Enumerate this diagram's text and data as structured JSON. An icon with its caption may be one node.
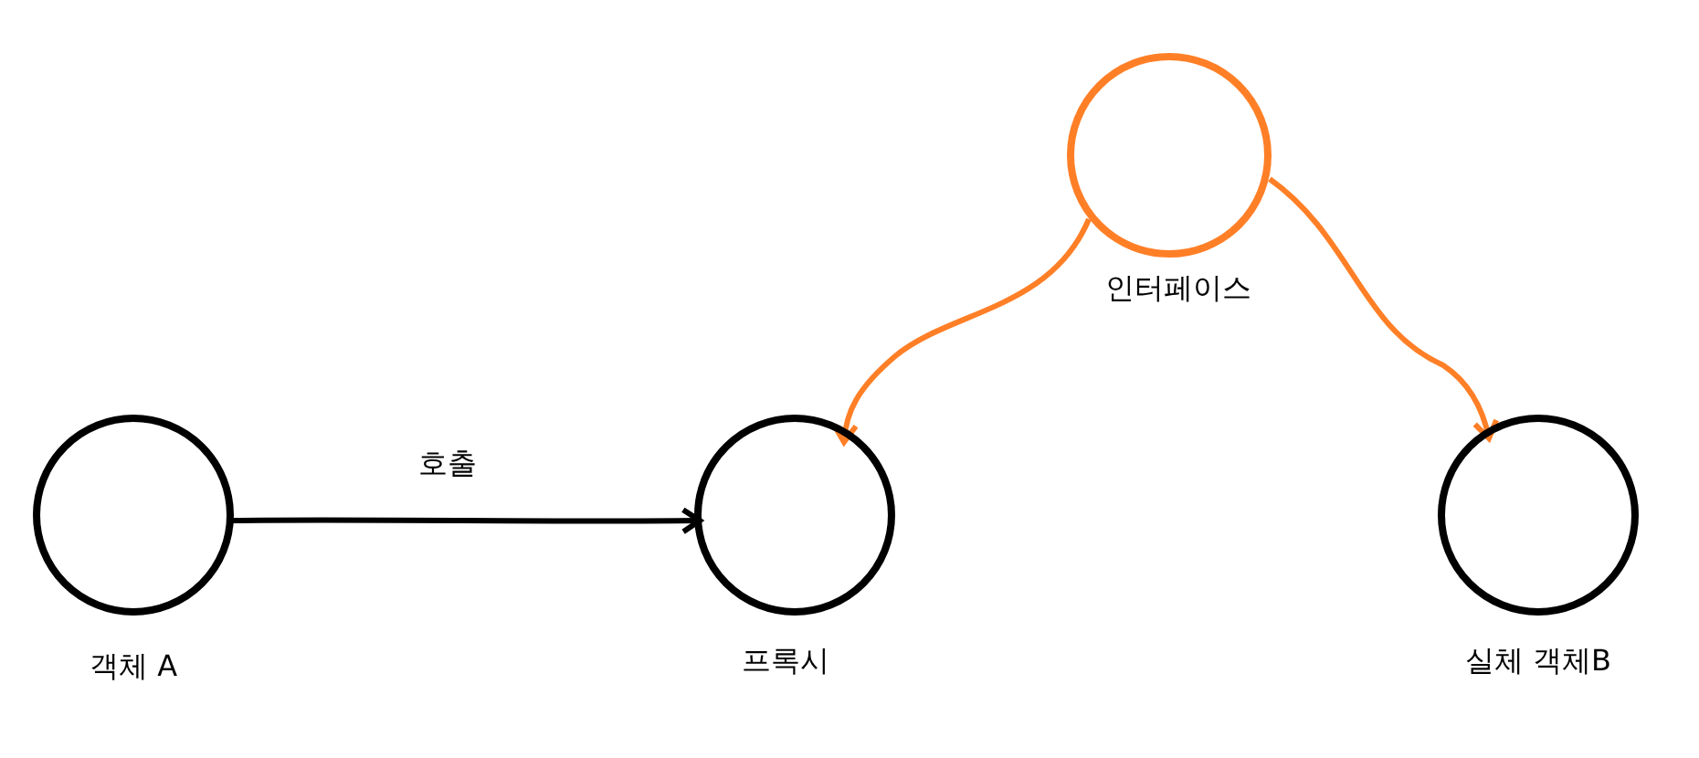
{
  "diagram": {
    "nodes": [
      {
        "text": [
          "객체 A"
        ]
      },
      {
        "text": [
          "프록시"
        ]
      },
      {
        "text": [
          "인터페이스"
        ]
      },
      {
        "text": [
          "실체 객체B"
        ]
      }
    ],
    "edges": [
      {
        "from": 0,
        "to": 1,
        "arrow": "to",
        "label": "호출",
        "color": "#000000"
      },
      {
        "from": 2,
        "to": 1,
        "arrow": "to",
        "color": "#ff7f27"
      },
      {
        "from": 2,
        "to": 3,
        "arrow": "to",
        "color": "#ff7f27"
      }
    ]
  }
}
